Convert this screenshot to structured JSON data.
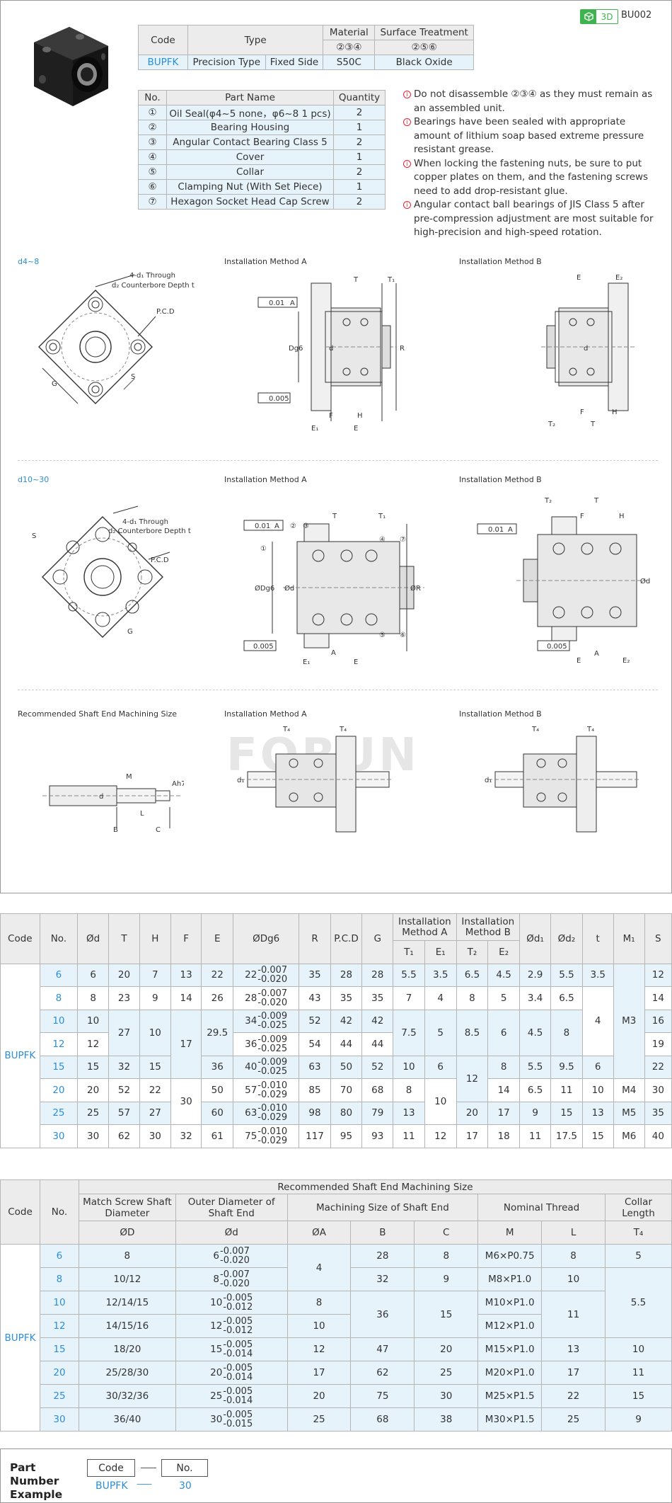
{
  "header": {
    "code": "BU002",
    "badge_3d": "3D"
  },
  "info_table": {
    "code_h": "Code",
    "type_h": "Type",
    "material_h": "Material",
    "surface_h": "Surface Treatment",
    "material_sub": "②③④",
    "surface_sub": "②⑤⑥",
    "code": "BUPFK",
    "type1": "Precision Type",
    "type2": "Fixed Side",
    "material": "S50C",
    "surface": "Black Oxide"
  },
  "parts_table": {
    "headers": [
      "No.",
      "Part Name",
      "Quantity"
    ],
    "rows": [
      [
        "①",
        "Oil Seal(φ4~5 none，φ6~8 1 pcs)",
        "2"
      ],
      [
        "②",
        "Bearing Housing",
        "1"
      ],
      [
        "③",
        "Angular Contact Bearing Class 5",
        "2"
      ],
      [
        "④",
        "Cover",
        "1"
      ],
      [
        "⑤",
        "Collar",
        "2"
      ],
      [
        "⑥",
        "Clamping Nut (With Set Piece)",
        "1"
      ],
      [
        "⑦",
        "Hexagon Socket Head Cap Screw",
        "2"
      ]
    ]
  },
  "notes": [
    "Do not disassemble ②③④ as they must remain as an assembled unit.",
    "Bearings have been sealed with appropriate amount of lithium soap based extreme pressure resistant grease.",
    "When locking the fastening nuts, be sure to put copper plates on them, and the fastening screws need to add drop-resistant glue.",
    "Angular contact ball bearings of JIS Class 5 after pre-compression adjustment are most suitable for high-precision and high-speed rotation."
  ],
  "drawings": {
    "range1": "d4~8",
    "range2": "d10~30",
    "method_a": "Installation Method A",
    "method_b": "Installation Method B",
    "rec_shaft": "Recommended Shaft End Machining Size",
    "through": "4-d₁ Through",
    "counterbore": "d₂ Counterbore Depth t",
    "pcd": "P.C.D",
    "watermark": "FORUN",
    "labels": {
      "T": "T",
      "T1": "T₁",
      "T2": "T₂",
      "T4": "T₄",
      "E": "E",
      "E1": "E₁",
      "E2": "E₂",
      "F": "F",
      "H": "H",
      "R": "R",
      "Dg6": "Dg6",
      "d": "d",
      "G": "G",
      "S": "S",
      "M": "M",
      "B": "B",
      "C": "C",
      "L": "L",
      "Ah7": "Ah7",
      "d1": "d₁",
      "A": "A",
      "phi_d": "Ød",
      "phi_R": "ØR",
      "phi_Dg6": "ØDg6",
      "tol1": "0.01",
      "tol2": "0.005",
      "c1": "①",
      "c2": "②",
      "c3": "③",
      "c4": "④",
      "c5": "⑤",
      "c6": "⑥",
      "c7": "⑦"
    }
  },
  "dim_table": {
    "headers": {
      "code": "Code",
      "no": "No.",
      "d": "Ød",
      "T": "T",
      "H": "H",
      "F": "F",
      "E": "E",
      "Dg6": "ØDg6",
      "R": "R",
      "PCD": "P.C.D",
      "G": "G",
      "instA": "Installation Method A",
      "instB": "Installation Method B",
      "T1": "T₁",
      "E1": "E₁",
      "T2": "T₂",
      "E2": "E₂",
      "d1": "Ød₁",
      "d2": "Ød₂",
      "t": "t",
      "M1": "M₁",
      "S": "S"
    },
    "code": "BUPFK",
    "rows": [
      {
        "no": "6",
        "d": "6",
        "T": "20",
        "H": "7",
        "F": "13",
        "E": "22",
        "Dg": "22",
        "Dt": "-0.007",
        "Db": "-0.020",
        "R": "35",
        "PCD": "28",
        "G": "28",
        "T1": "5.5",
        "E1": "3.5",
        "T2": "6.5",
        "E2": "4.5",
        "d1": "2.9",
        "d2": "5.5",
        "t": "3.5",
        "S": "12"
      },
      {
        "no": "8",
        "d": "8",
        "T": "23",
        "H": "9",
        "F": "14",
        "E": "26",
        "Dg": "28",
        "Dt": "-0.007",
        "Db": "-0.020",
        "R": "43",
        "PCD": "35",
        "G": "35",
        "T1": "7",
        "E1": "4",
        "T2": "8",
        "E2": "5",
        "d1": "3.4",
        "d2": "6.5",
        "S": "14"
      },
      {
        "no": "10",
        "d": "10",
        "Dg": "34",
        "Dt": "-0.009",
        "Db": "-0.025",
        "R": "52",
        "PCD": "42",
        "G": "42",
        "S": "16"
      },
      {
        "no": "12",
        "d": "12",
        "Dg": "36",
        "Dt": "-0.009",
        "Db": "-0.025",
        "R": "54",
        "PCD": "44",
        "G": "44",
        "S": "19"
      },
      {
        "no": "15",
        "d": "15",
        "T": "32",
        "H": "15",
        "E": "36",
        "Dg": "40",
        "Dt": "-0.009",
        "Db": "-0.025",
        "R": "63",
        "PCD": "50",
        "G": "52",
        "T1": "10",
        "E1": "6",
        "E2": "8",
        "d1": "5.5",
        "d2": "9.5",
        "t": "6",
        "S": "22"
      },
      {
        "no": "20",
        "d": "20",
        "T": "52",
        "H": "22",
        "E": "50",
        "Dg": "57",
        "Dt": "-0.010",
        "Db": "-0.029",
        "R": "85",
        "PCD": "70",
        "G": "68",
        "T1": "8",
        "E2": "14",
        "d1": "6.5",
        "d2": "11",
        "t": "10",
        "M1": "M4",
        "S": "30"
      },
      {
        "no": "25",
        "d": "25",
        "T": "57",
        "H": "27",
        "E": "60",
        "Dg": "63",
        "Dt": "-0.010",
        "Db": "-0.029",
        "R": "98",
        "PCD": "80",
        "G": "79",
        "T1": "13",
        "T2": "20",
        "E2": "17",
        "d1": "9",
        "d2": "15",
        "t": "13",
        "M1": "M5",
        "S": "35"
      },
      {
        "no": "30",
        "d": "30",
        "T": "62",
        "H": "30",
        "F": "32",
        "E": "61",
        "Dg": "75",
        "Dt": "-0.010",
        "Db": "-0.029",
        "R": "117",
        "PCD": "95",
        "G": "93",
        "T1": "11",
        "E1": "12",
        "T2": "17",
        "E2": "18",
        "d1": "11",
        "d2": "17.5",
        "t": "15",
        "M1": "M6",
        "S": "40"
      }
    ],
    "merged": {
      "T_10_12": "27",
      "H_10_12": "10",
      "F_10_15": "17",
      "E_10_12": "29.5",
      "T1_10_12": "7.5",
      "E1_10_12": "5",
      "T2_10_12": "8.5",
      "E2_10_12": "6",
      "d1_10_12": "4.5",
      "d2_10_12": "8",
      "t_8_12": "4",
      "M1_6_15": "M3",
      "F_20_25": "30",
      "T2_15_20": "12",
      "E1_20_25": "10"
    }
  },
  "shaft_table": {
    "title": "Recommended Shaft End Machining Size",
    "headers": {
      "code": "Code",
      "no": "No.",
      "match": "Match Screw Shaft Diameter",
      "outer": "Outer Diameter of Shaft End",
      "mach": "Machining Size of Shaft End",
      "thread": "Nominal Thread",
      "collar": "Collar Length",
      "D": "ØD",
      "d": "Ød",
      "A": "ØA",
      "B": "B",
      "C": "C",
      "M": "M",
      "L": "L",
      "T4": "T₄"
    },
    "code": "BUPFK",
    "rows": [
      {
        "no": "6",
        "D": "8",
        "d": "6",
        "dt": "-0.007",
        "db": "-0.020",
        "B": "28",
        "C": "8",
        "M": "M6×P0.75",
        "L": "8",
        "T4": "5"
      },
      {
        "no": "8",
        "D": "10/12",
        "d": "8",
        "dt": "-0.007",
        "db": "-0.020",
        "B": "32",
        "C": "9",
        "M": "M8×P1.0",
        "L": "10"
      },
      {
        "no": "10",
        "D": "12/14/15",
        "d": "10",
        "dt": "-0.005",
        "db": "-0.012",
        "A": "8",
        "M": "M10×P1.0"
      },
      {
        "no": "12",
        "D": "14/15/16",
        "d": "12",
        "dt": "-0.005",
        "db": "-0.012",
        "A": "10",
        "M": "M12×P1.0"
      },
      {
        "no": "15",
        "D": "18/20",
        "d": "15",
        "dt": "-0.005",
        "db": "-0.014",
        "A": "12",
        "B": "47",
        "C": "20",
        "M": "M15×P1.0",
        "L": "13",
        "T4": "10"
      },
      {
        "no": "20",
        "D": "25/28/30",
        "d": "20",
        "dt": "-0.005",
        "db": "-0.014",
        "A": "17",
        "B": "62",
        "C": "25",
        "M": "M20×P1.0",
        "L": "17",
        "T4": "11"
      },
      {
        "no": "25",
        "D": "30/32/36",
        "d": "25",
        "dt": "-0.005",
        "db": "-0.014",
        "A": "20",
        "B": "75",
        "C": "30",
        "M": "M25×P1.5",
        "L": "22",
        "T4": "15"
      },
      {
        "no": "30",
        "D": "36/40",
        "d": "30",
        "dt": "-0.005",
        "db": "-0.015",
        "A": "25",
        "B": "68",
        "C": "38",
        "M": "M30×P1.5",
        "L": "25",
        "T4": "9"
      }
    ],
    "merged": {
      "A_6_8": "4",
      "B_10_12": "36",
      "C_10_12": "15",
      "L_10_12": "11",
      "T4_8_12": "5.5"
    }
  },
  "part_number": {
    "label": "Part Number Example",
    "code_h": "Code",
    "no_h": "No.",
    "code": "BUPFK",
    "dash": "——",
    "no": "30"
  }
}
